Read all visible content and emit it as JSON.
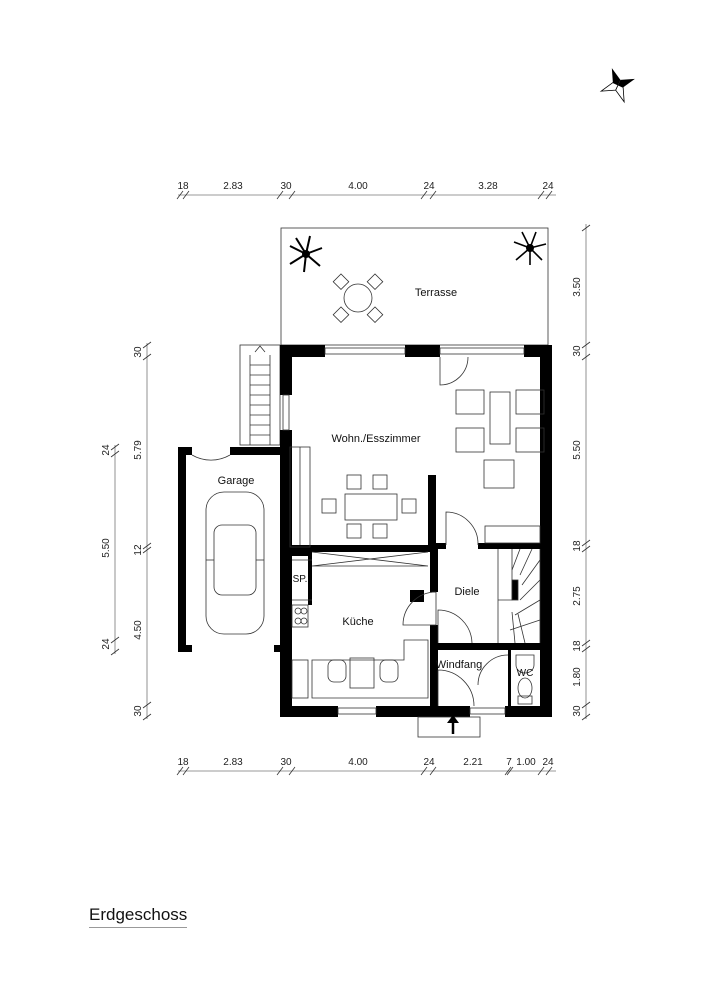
{
  "title": "Erdgeschoss",
  "rooms": {
    "terrace": "Terrasse",
    "living": "Wohn./Esszimmer",
    "garage": "Garage",
    "storage": "SP.",
    "kitchen": "Küche",
    "hall": "Diele",
    "entrance": "Windfang",
    "wc": "WC"
  },
  "dims": {
    "top": [
      "18",
      "2.83",
      "30",
      "4.00",
      "24",
      "3.28",
      "24"
    ],
    "bottom": [
      "18",
      "2.83",
      "30",
      "4.00",
      "24",
      "2.21",
      "7",
      "1.00",
      "24"
    ],
    "left_outer": [
      "30",
      "5.79",
      "12",
      "4.50",
      "30"
    ],
    "left_inner": [
      "24",
      "5.50",
      "24"
    ],
    "right": [
      "3.50",
      "30",
      "5.50",
      "18",
      "2.75",
      "18",
      "1.80",
      "30"
    ]
  },
  "icons": [
    "compass-icon",
    "entrance-arrow-icon"
  ]
}
